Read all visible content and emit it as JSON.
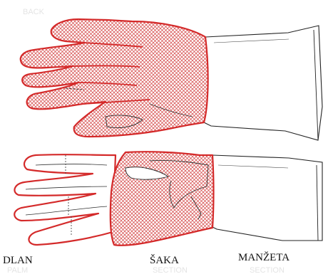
{
  "labels": {
    "back": "BACK",
    "palm": "DLAN",
    "palm_faint": "PALM",
    "hand": "ŠAKA",
    "hand_faint": "SECTION",
    "cuff": "MANŽETA",
    "cuff_faint": "SECTION"
  },
  "colors": {
    "hatch": "#d44848",
    "outline": "#d42a2a",
    "sketch": "#222222",
    "background": "#ffffff"
  }
}
